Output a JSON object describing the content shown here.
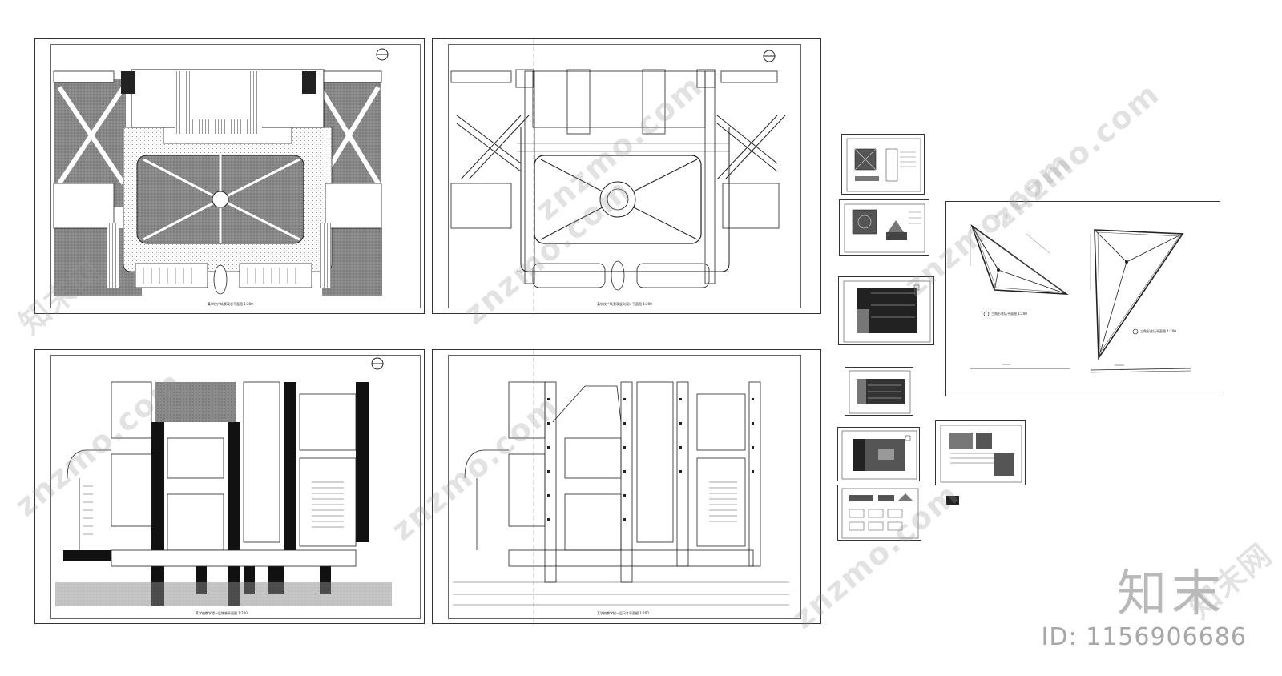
{
  "watermark": {
    "text": "znzmo.com",
    "cn_text": "知末网",
    "brand_mark": "知末",
    "id_label": "ID: 1156906686"
  },
  "sheets": [
    {
      "name": "sheet-1-landscape-plan",
      "caption": "某学校广场景观总平面图 1:200"
    },
    {
      "name": "sheet-2-structure-plan",
      "caption": "某学校广场景观竖向设计平面图 1:200"
    },
    {
      "name": "sheet-3-ground-floor-plan",
      "caption": "某学校教学楼一层铺装平面图 1:200"
    },
    {
      "name": "sheet-4-grid-plan",
      "caption": "某学校教学楼一层尺寸平面图 1:200"
    }
  ],
  "detail_sheets": [
    {
      "name": "detail-sheet-a"
    },
    {
      "name": "detail-sheet-b"
    },
    {
      "name": "detail-sheet-c"
    },
    {
      "name": "detail-sheet-d"
    },
    {
      "name": "detail-sheet-e"
    },
    {
      "name": "detail-sheet-f"
    },
    {
      "name": "detail-sheet-g"
    }
  ],
  "triangle_sheet": {
    "caption_left": "三角形花坛平面图 1:200",
    "caption_right": "三角形花坛平面图 1:200"
  }
}
